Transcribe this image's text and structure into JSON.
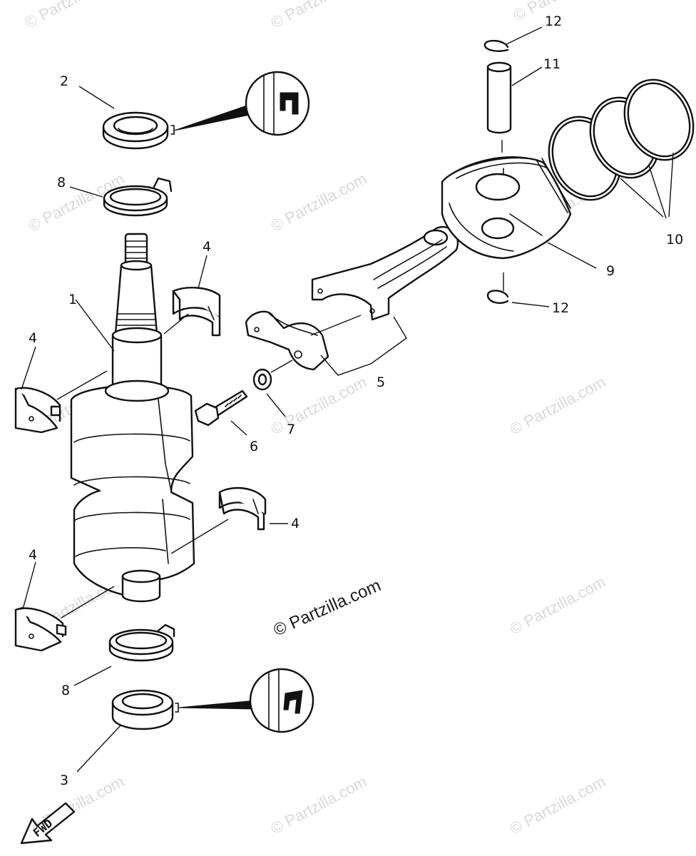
{
  "watermark": {
    "text": "© Partzilla.com"
  },
  "callouts": {
    "p1": "1",
    "p2": "2",
    "p3": "3",
    "p4a": "4",
    "p4b": "4",
    "p4c": "4",
    "p4d": "4",
    "p5": "5",
    "p6": "6",
    "p7": "7",
    "p8a": "8",
    "p8b": "8",
    "p9": "9",
    "p10": "10",
    "p11": "11",
    "p12a": "12",
    "p12b": "12"
  },
  "direction": {
    "label": "FWD"
  }
}
